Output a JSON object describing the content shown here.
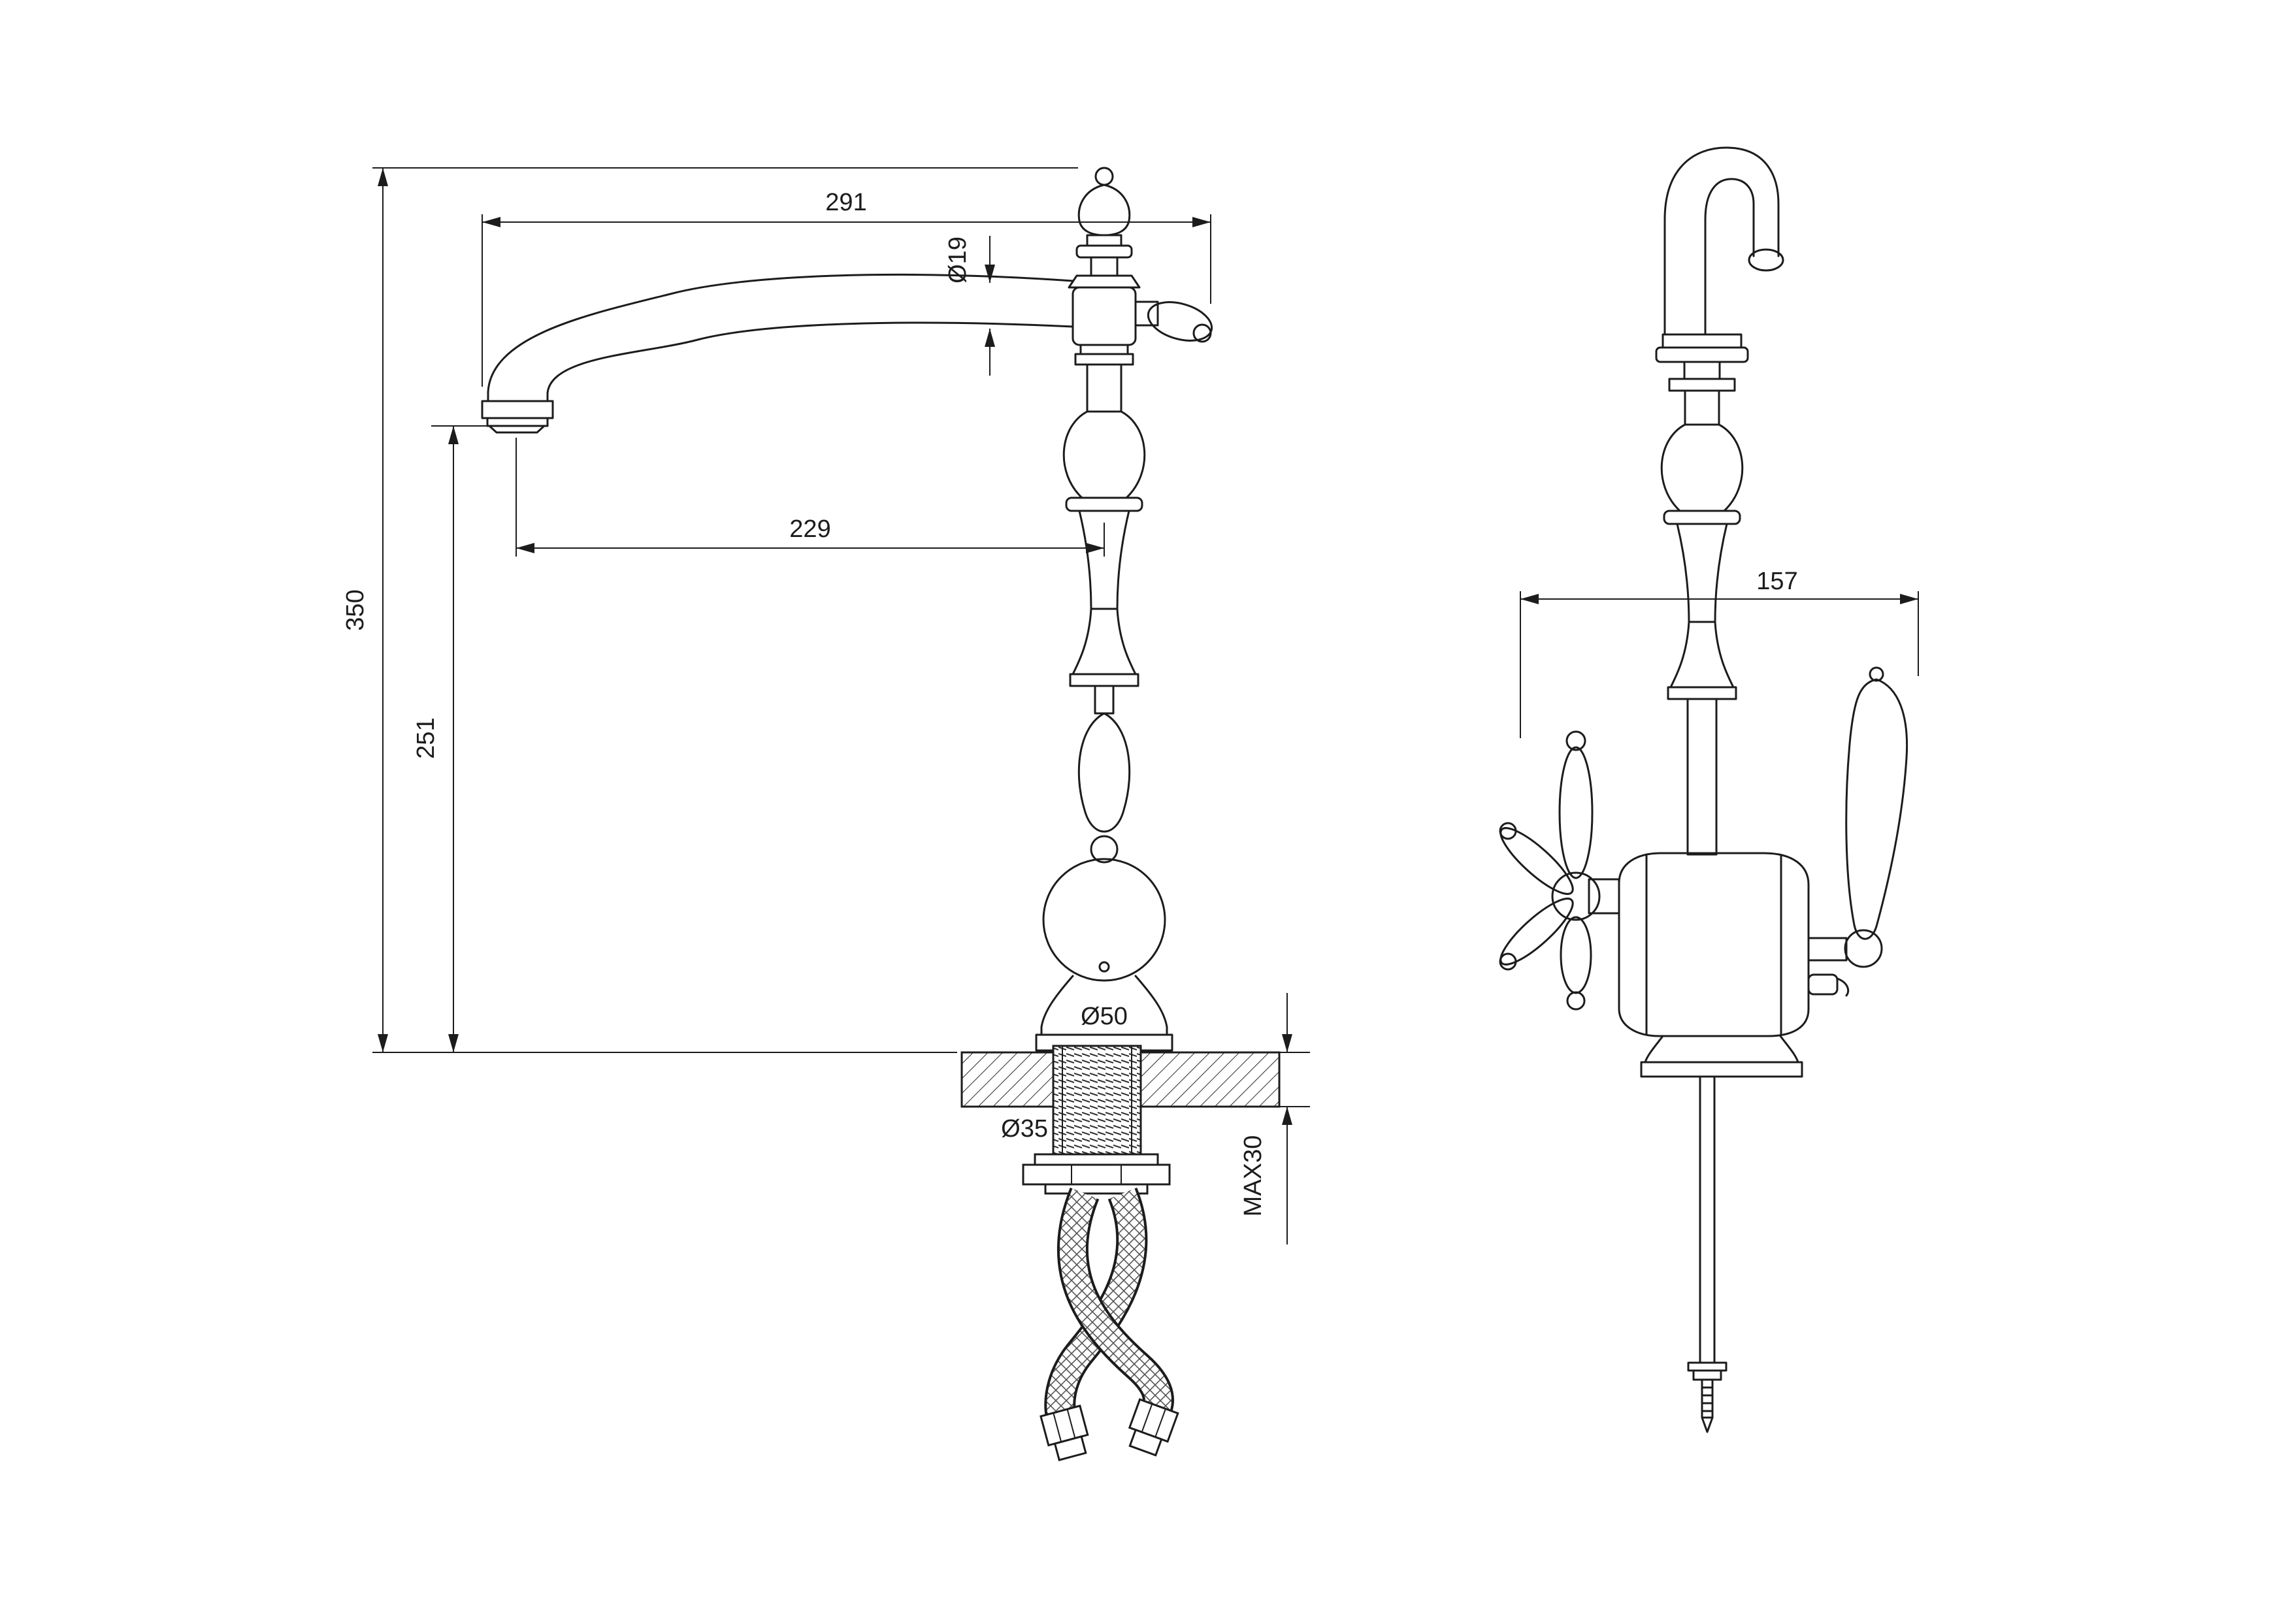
{
  "drawing": {
    "background": "#ffffff",
    "line_color": "#1c1c1c",
    "subject": "two-view dimensioned technical drawing of a classic two-handle kitchen faucet",
    "views": {
      "front": "front view",
      "side": "side view"
    },
    "dimensions": {
      "overall_spout_width": "291",
      "spout_tube_diameter": "Ø19",
      "spout_reach": "229",
      "overall_height": "350",
      "spout_outlet_height": "251",
      "base_diameter": "Ø50",
      "mounting_hole_diameter": "Ø35",
      "max_deck_thickness": "MAX30",
      "side_view_width": "157"
    }
  }
}
